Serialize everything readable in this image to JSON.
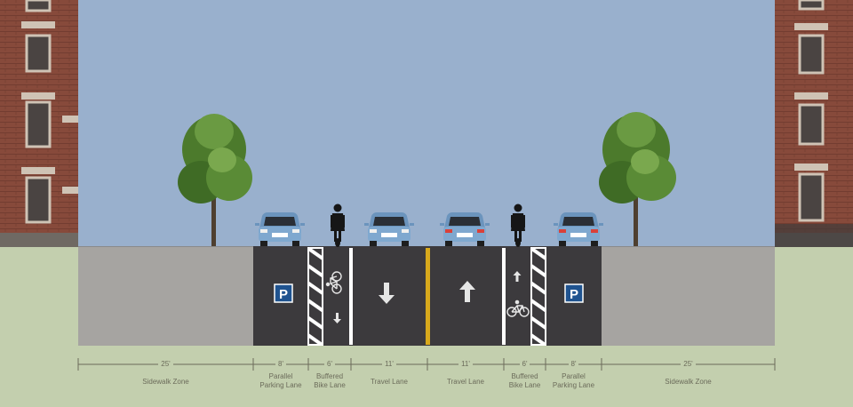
{
  "cross_section": {
    "segments": [
      {
        "id": "sidewalk-left",
        "width_label": "25'",
        "name": "Sidewalk Zone"
      },
      {
        "id": "parking-left",
        "width_label": "8'",
        "name": "Parallel\nParking Lane"
      },
      {
        "id": "bike-left",
        "width_label": "6'",
        "name": "Buffered\nBike Lane"
      },
      {
        "id": "travel-left",
        "width_label": "11'",
        "name": "Travel Lane"
      },
      {
        "id": "travel-right",
        "width_label": "11'",
        "name": "Travel Lane"
      },
      {
        "id": "bike-right",
        "width_label": "6'",
        "name": "Buffered\nBike Lane"
      },
      {
        "id": "parking-right",
        "width_label": "8'",
        "name": "Parallel\nParking Lane"
      },
      {
        "id": "sidewalk-right",
        "width_label": "25'",
        "name": "Sidewalk Zone"
      }
    ],
    "parking_sign": "P"
  },
  "colors": {
    "sky": "#99b0cd",
    "ground": "#c3cfae",
    "asphalt": "#3c3a3d",
    "sidewalk": "#a6a4a1",
    "brick": "#85473a",
    "centerline": "#d8a91c",
    "car": "#7fa8cf",
    "sign": "#1f5390"
  }
}
